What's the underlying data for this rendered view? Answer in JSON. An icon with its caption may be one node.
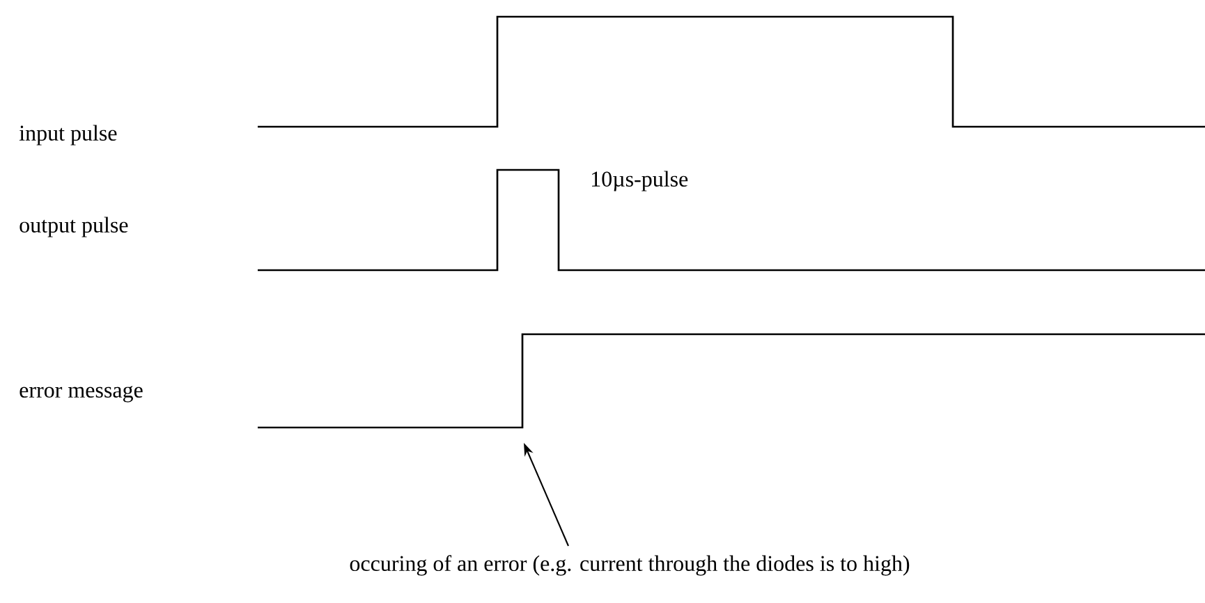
{
  "diagram": {
    "nodes": [
      {
        "text": [],
        "shape": "line"
      },
      {
        "text": [],
        "shape": "line"
      },
      {
        "text": [],
        "shape": "line"
      },
      {
        "text": [
          "occuring of an error (e.g. current through the diodes is to high)"
        ]
      }
    ],
    "edges": [
      {
        "from": 3,
        "to": 2,
        "arrow": "to"
      }
    ],
    "labels": [
      "input pulse",
      "10µs-pulse",
      "output pulse",
      "error message"
    ]
  }
}
